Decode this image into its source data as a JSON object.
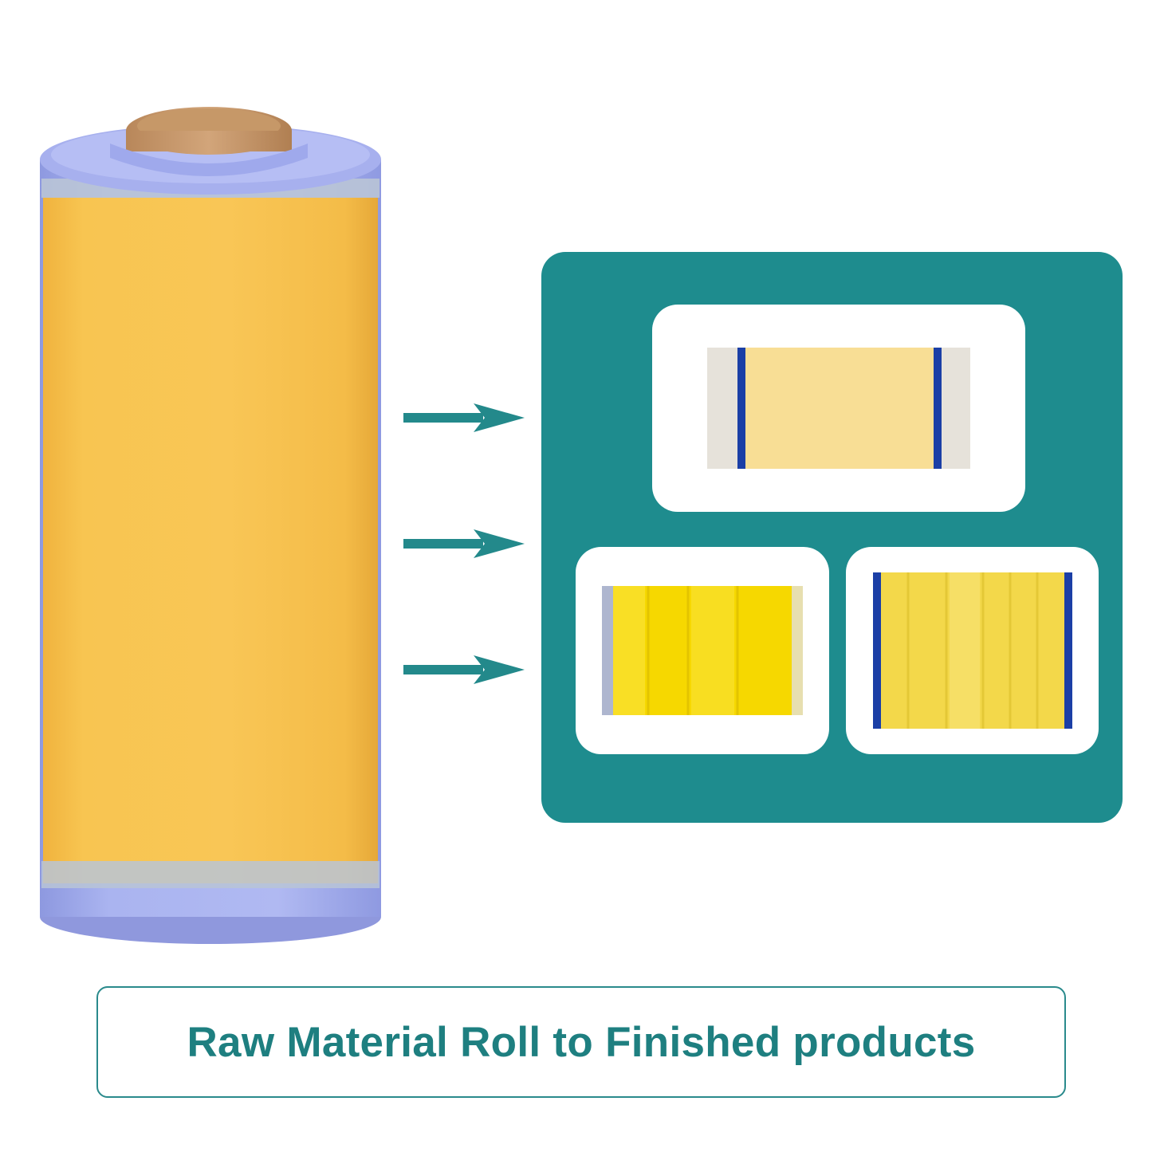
{
  "caption": {
    "text": "Raw Material Roll to Finished products"
  },
  "colors": {
    "teal_panel": "#1e8c8e",
    "caption_teal": "#1e7f80",
    "roll_yellow": "#f7c24f",
    "liner_blue": "#a9b3ef",
    "tab_blue": "#1b3fa6",
    "card_white": "#ffffff"
  },
  "items": {
    "raw_roll": "yellow adhesive film roll on cardboard core",
    "arrows": [
      "arrow-right-icon",
      "arrow-right-icon",
      "arrow-right-icon"
    ],
    "finished_products": [
      "single dressing sheet",
      "multi-strip dressing sheet",
      "multi-strip dressing sheet with blue tabs"
    ]
  }
}
